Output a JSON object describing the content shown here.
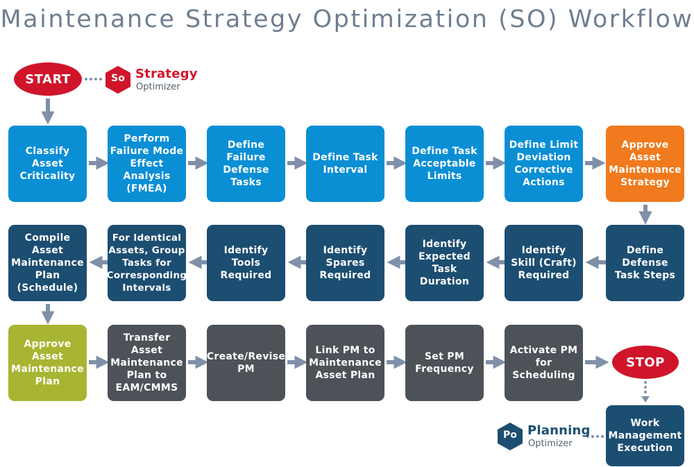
{
  "title": "Maintenance Strategy Optimization (SO) Workflow",
  "start": "START",
  "stop": "STOP",
  "logos": {
    "strategy": {
      "badge": "So",
      "name": "Strategy",
      "sub": "Optimizer",
      "color": "#d0152b"
    },
    "planning": {
      "badge": "Po",
      "name": "Planning",
      "sub": "Optimizer",
      "color": "#1c4e72"
    }
  },
  "colors": {
    "blue": "#0a8fd5",
    "orange": "#f07a1d",
    "navy": "#1c4e72",
    "olive": "#a8b532",
    "gray": "#4d5258",
    "red": "#d0152b",
    "arrow": "#7f90a8"
  },
  "row1": [
    "Classify Asset\nCriticality",
    "Perform\nFailure Mode\nEffect\nAnalysis\n(FMEA)",
    "Define Failure\nDefense Tasks",
    "Define Task\nInterval",
    "Define Task\nAcceptable\nLimits",
    "Define Limit\nDeviation\nCorrective\nActions",
    "Approve Asset\nMaintenance\nStrategy"
  ],
  "row2": [
    "Compile Asset\nMaintenance\nPlan\n(Schedule)",
    "For Identical\nAssets, Group\nTasks for\nCorresponding\nIntervals",
    "Identify\nTools\nRequired",
    "Identify\nSpares\nRequired",
    "Identify\nExpected\nTask Duration",
    "Identify\nSkill (Craft)\nRequired",
    "Define\nDefense\nTask Steps"
  ],
  "row3": [
    "Approve Asset\nMaintenance\nPlan",
    "Transfer\nAsset\nMaintenance\nPlan to\nEAM/CMMS",
    "Create/Revise\nPM",
    "Link PM to\nMaintenance\nAsset Plan",
    "Set PM\nFrequency",
    "Activate PM\nfor\nScheduling"
  ],
  "final": "Work\nManagement\nExecution"
}
